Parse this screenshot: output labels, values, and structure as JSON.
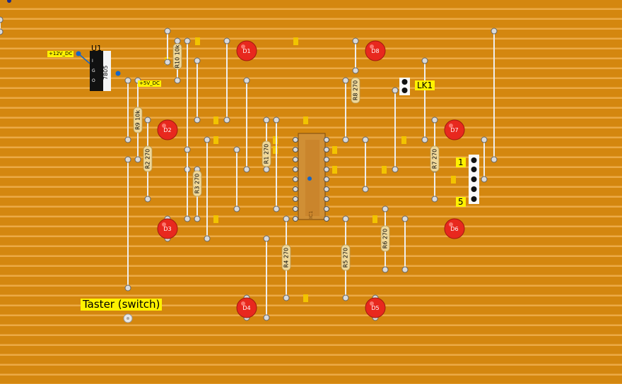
{
  "labels": {
    "power_in": "+12V_DC",
    "power_out": "+5V_DC",
    "regulator_ref": "U1",
    "regulator_part": "7805",
    "regulator_pins": [
      "I",
      "G",
      "O"
    ],
    "link_ref": "LK1",
    "header_pin_first": "1",
    "header_pin_last": "5",
    "switch_label": "Taster (switch)",
    "ic_ref": "IC1"
  },
  "resistors": [
    {
      "ref": "R1",
      "value": "270"
    },
    {
      "ref": "R2",
      "value": "270"
    },
    {
      "ref": "R3",
      "value": "270"
    },
    {
      "ref": "R4",
      "value": "270"
    },
    {
      "ref": "R5",
      "value": "270"
    },
    {
      "ref": "R6",
      "value": "270"
    },
    {
      "ref": "R7",
      "value": "270"
    },
    {
      "ref": "R8",
      "value": "270"
    },
    {
      "ref": "R9",
      "value": "10k"
    },
    {
      "ref": "R10",
      "value": "10k"
    }
  ],
  "leds": [
    "D1",
    "D2",
    "D3",
    "D4",
    "D5",
    "D6",
    "D7",
    "D8"
  ],
  "colors": {
    "board": "#d4870f",
    "strip": "#ecaa45",
    "label": "#fff200",
    "led": "#e8281e",
    "resistor": "#efd89a",
    "wire": "#eeeeee"
  }
}
